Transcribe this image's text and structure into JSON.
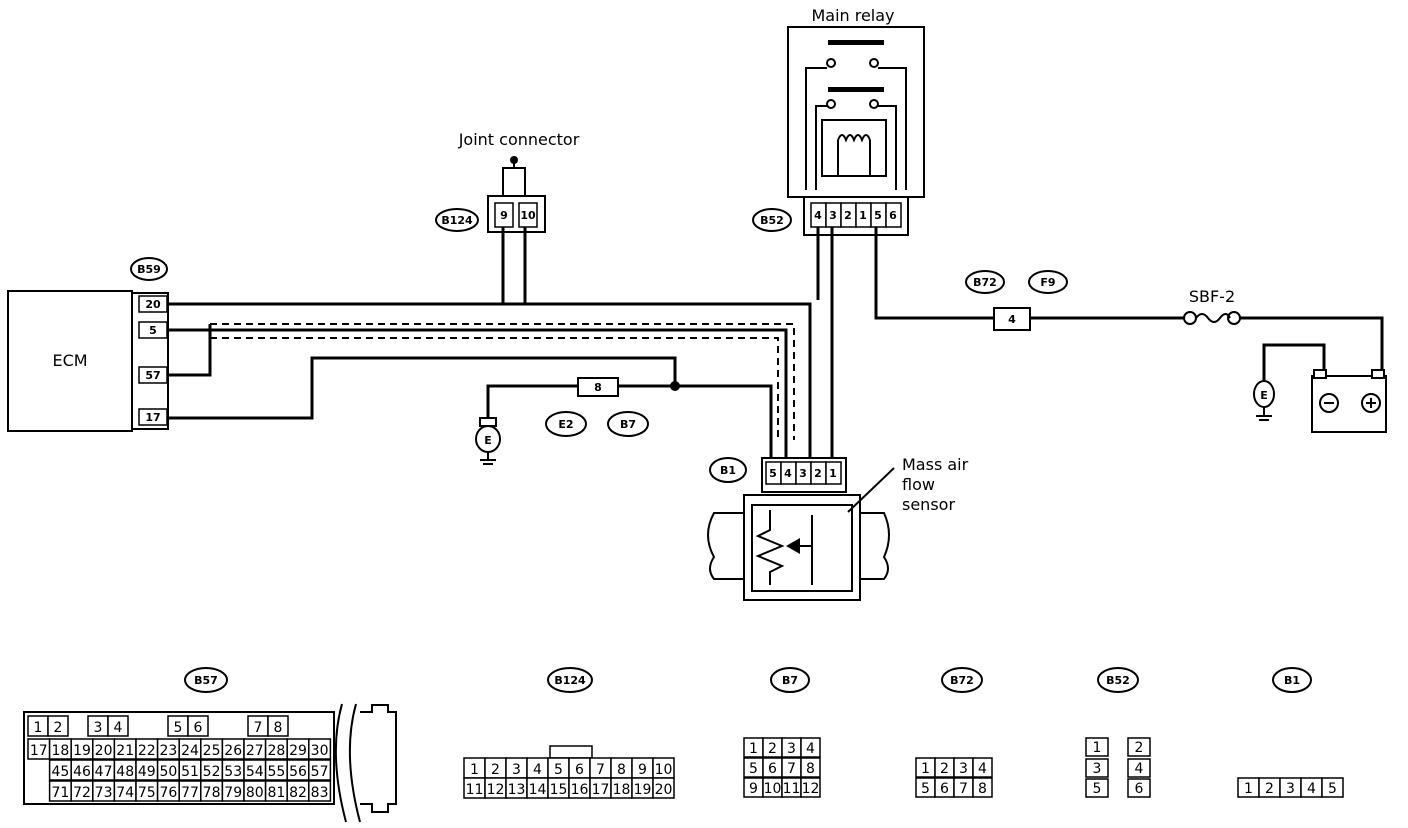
{
  "labels": {
    "main_relay": "Main relay",
    "joint_connector": "Joint connector",
    "ecm": "ECM",
    "maf_line1": "Mass air",
    "maf_line2": "flow",
    "maf_line3": "sensor",
    "fuse": "SBF-2",
    "ground": "E"
  },
  "connector_tags": {
    "b59": "B59",
    "b124": "B124",
    "b52": "B52",
    "b72": "B72",
    "f9": "F9",
    "e2": "E2",
    "b7": "B7",
    "b1": "B1"
  },
  "ecm_pins": [
    "20",
    "5",
    "57",
    "17"
  ],
  "joint_pins": [
    "9",
    "10"
  ],
  "relay_pins": [
    "4",
    "3",
    "2",
    "1",
    "5",
    "6"
  ],
  "b72_pin": "4",
  "b7_pin": "8",
  "maf_pins": [
    "5",
    "4",
    "3",
    "2",
    "1"
  ],
  "bottom_tags": {
    "b57": "B57",
    "b124": "B124",
    "b7": "B7",
    "b72": "B72",
    "b52": "B52",
    "b1": "B1"
  },
  "pinouts": {
    "b57_row1": [
      "1",
      "2",
      "3",
      "4",
      "5",
      "6",
      "7",
      "8"
    ],
    "b57_row2": [
      "17",
      "18",
      "19",
      "20",
      "21",
      "22",
      "23",
      "24",
      "25",
      "26",
      "27",
      "28",
      "29",
      "30"
    ],
    "b57_row3": [
      "45",
      "46",
      "47",
      "48",
      "49",
      "50",
      "51",
      "52",
      "53",
      "54",
      "55",
      "56",
      "57"
    ],
    "b57_row4": [
      "71",
      "72",
      "73",
      "74",
      "75",
      "76",
      "77",
      "78",
      "79",
      "80",
      "81",
      "82",
      "83"
    ],
    "b124_row1": [
      "1",
      "2",
      "3",
      "4",
      "5",
      "6",
      "7",
      "8",
      "9",
      "10"
    ],
    "b124_row2": [
      "11",
      "12",
      "13",
      "14",
      "15",
      "16",
      "17",
      "18",
      "19",
      "20"
    ],
    "b7_row1": [
      "1",
      "2",
      "3",
      "4"
    ],
    "b7_row2": [
      "5",
      "6",
      "7",
      "8"
    ],
    "b7_row3": [
      "9",
      "10",
      "11",
      "12"
    ],
    "b72_row1": [
      "1",
      "2",
      "3",
      "4"
    ],
    "b72_row2": [
      "5",
      "6",
      "7",
      "8"
    ],
    "b52_rows": [
      [
        "1",
        "2"
      ],
      [
        "3",
        "4"
      ],
      [
        "5",
        "6"
      ]
    ],
    "b1_row": [
      "1",
      "2",
      "3",
      "4",
      "5"
    ]
  }
}
